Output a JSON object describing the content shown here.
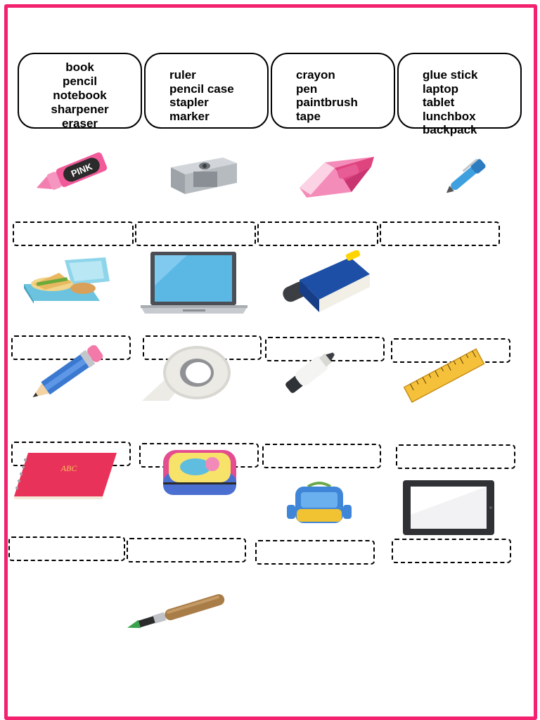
{
  "word_bank": [
    [
      "book",
      "pencil",
      "notebook",
      "sharpener",
      "eraser"
    ],
    [
      "ruler",
      "pencil case",
      "stapler",
      "marker"
    ],
    [
      "crayon",
      "pen",
      "paintbrush",
      "tape"
    ],
    [
      "glue stick",
      "laptop",
      "tablet",
      "lunchbox",
      "backpack"
    ]
  ],
  "pictures": [
    "crayon",
    "sharpener",
    "eraser",
    "pen",
    "lunchbox",
    "laptop",
    "book",
    "pencil",
    "tape",
    "marker",
    "ruler",
    "notebook",
    "pencil case",
    "backpack",
    "tablet",
    "paintbrush"
  ],
  "crayon_label": "PINK",
  "notebook_label": "ABC",
  "colors": {
    "border": "#f2226f"
  }
}
